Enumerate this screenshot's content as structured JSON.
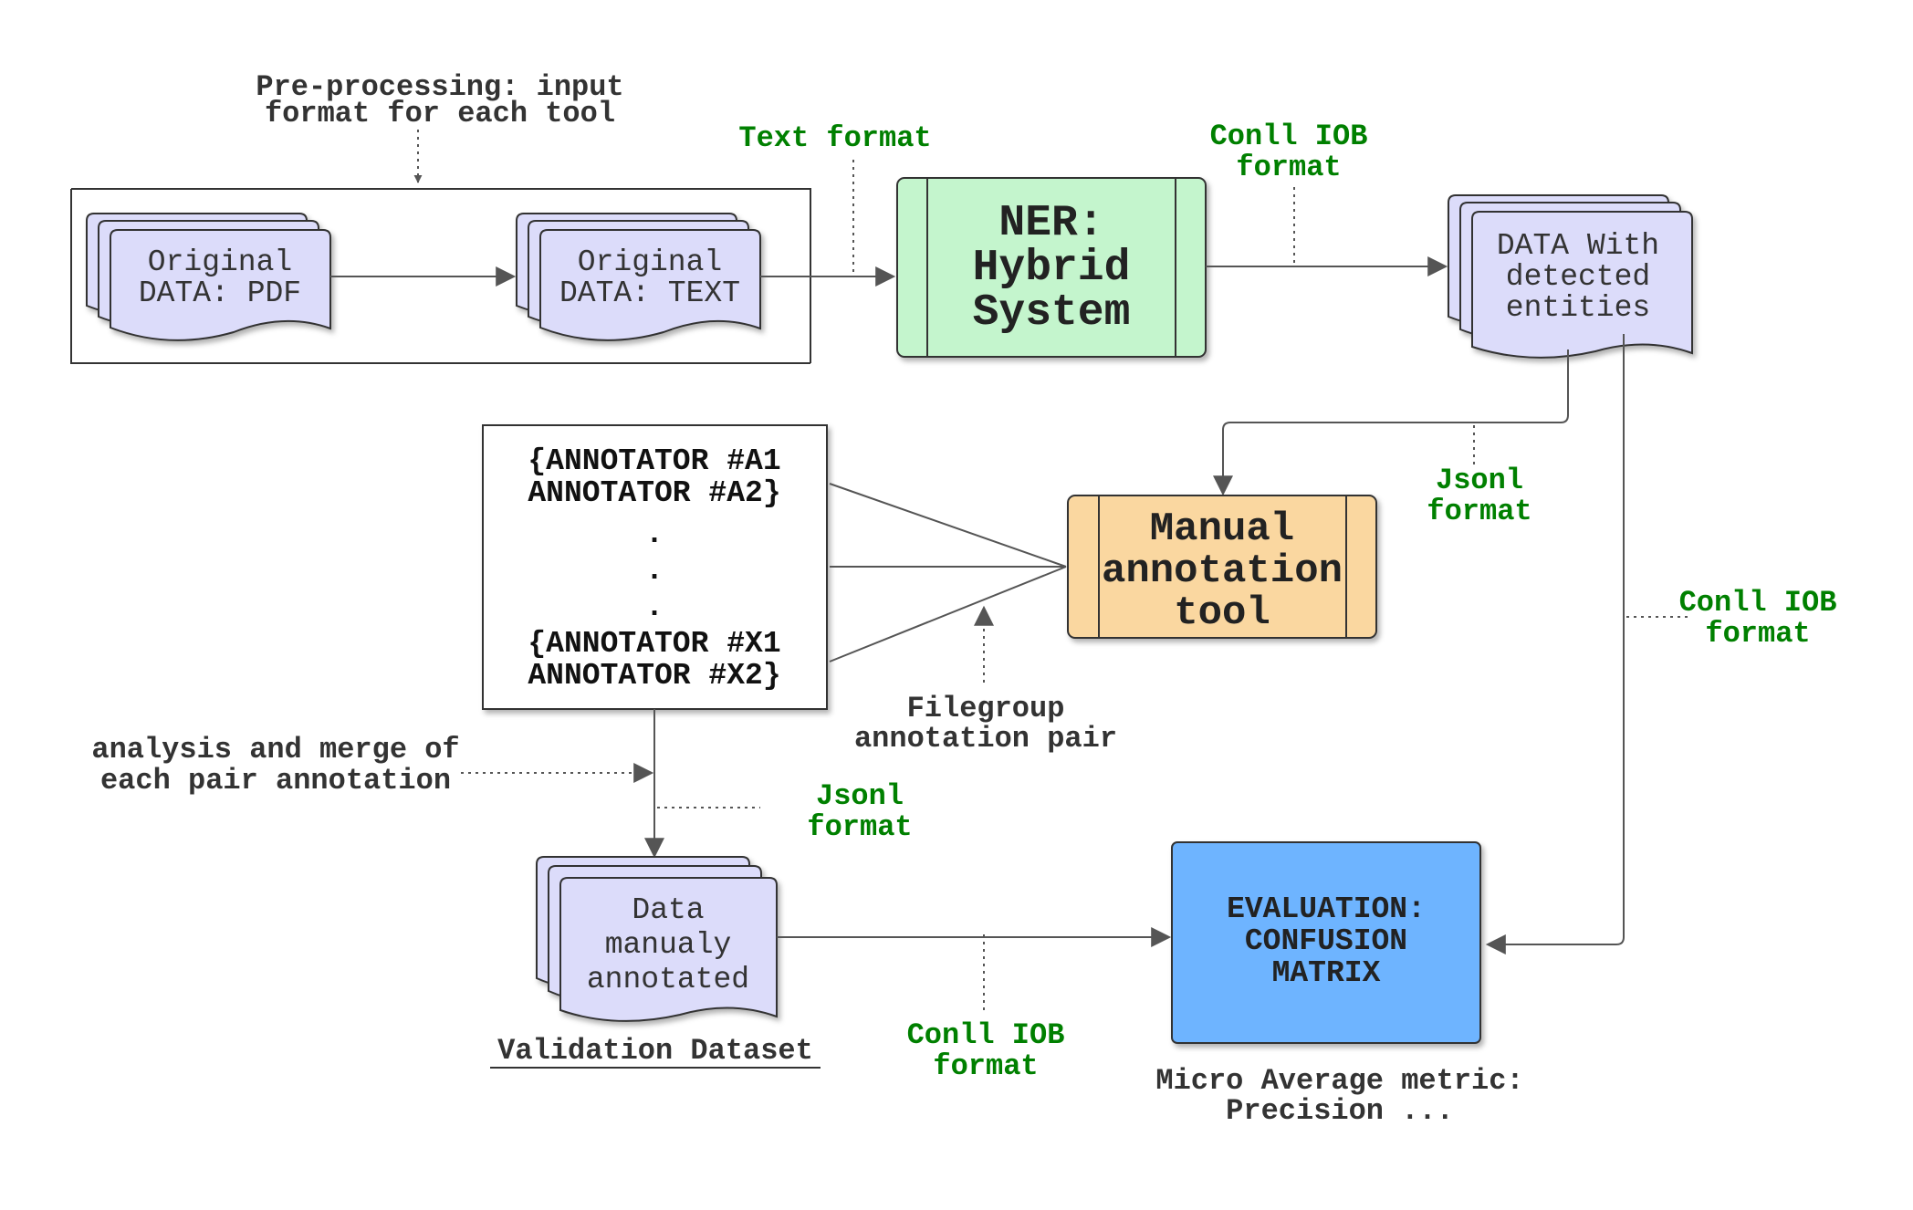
{
  "notes": {
    "preprocessing": [
      "Pre-processing: input",
      "format for each tool"
    ],
    "filegroup": [
      "Filegroup",
      "annotation pair"
    ],
    "analysis": [
      "analysis and merge of",
      "each pair annotation"
    ],
    "micro": [
      "Micro Average metric:",
      "Precision ..."
    ]
  },
  "formats": {
    "text_format": "Text format",
    "conll_top": [
      "Conll IOB",
      "format"
    ],
    "jsonl_mid": [
      "Jsonl",
      "format"
    ],
    "conll_right": [
      "Conll IOB",
      "format"
    ],
    "jsonl_low": [
      "Jsonl",
      "format"
    ],
    "conll_bottom": [
      "Conll IOB",
      "format"
    ]
  },
  "documents": {
    "pdf": [
      "Original",
      "DATA: PDF"
    ],
    "text": [
      "Original",
      "DATA: TEXT"
    ],
    "detected": [
      "DATA With",
      "detected",
      "entities"
    ],
    "manual": [
      "Data",
      "manualy",
      "annotated"
    ]
  },
  "processes": {
    "ner": [
      "NER:",
      "Hybrid",
      "System"
    ],
    "manual_tool": [
      "Manual",
      "annotation",
      "tool"
    ],
    "evaluation": [
      "EVALUATION:",
      "CONFUSION",
      "MATRIX"
    ]
  },
  "annotators": [
    "{ANNOTATOR #A1",
    "ANNOTATOR #A2}",
    ".",
    ".",
    ".",
    "{ANNOTATOR #X1",
    "ANNOTATOR #X2}"
  ],
  "validation_label": "Validation Dataset",
  "colors": {
    "document_fill": "#dcdcfa",
    "ner_fill": "#c4f5cd",
    "manual_tool_fill": "#fad7a0",
    "evaluation_fill": "#6eb4ff",
    "format_text": "#008000"
  }
}
